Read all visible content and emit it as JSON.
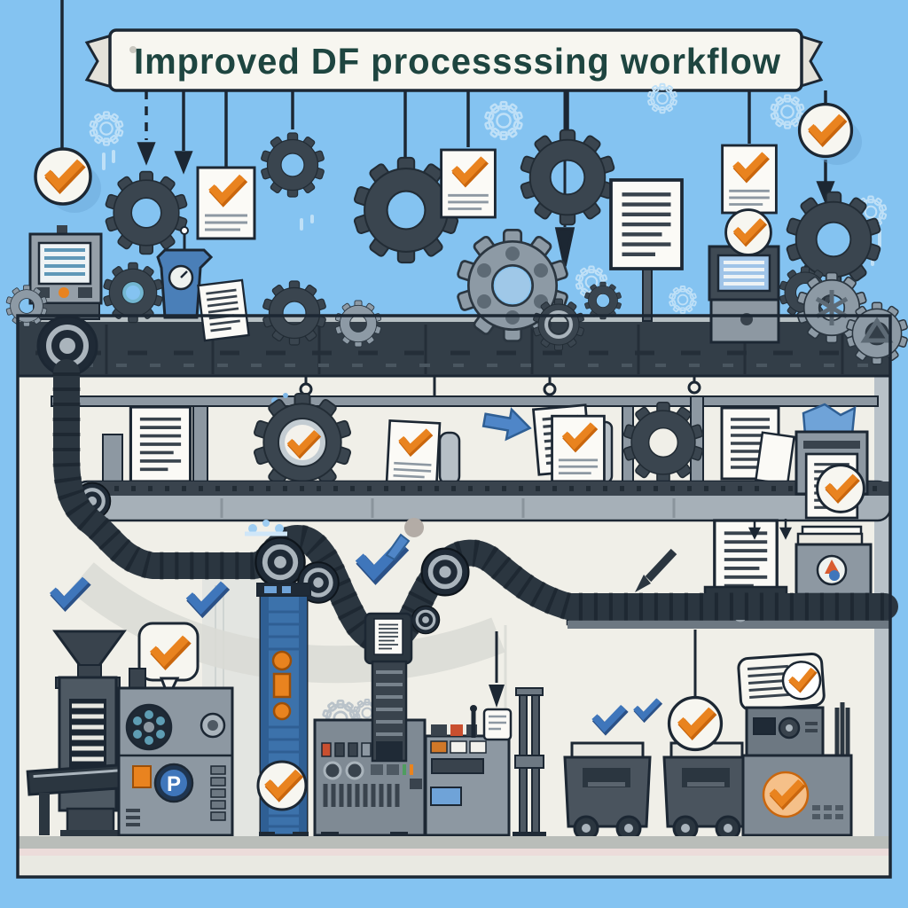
{
  "banner": {
    "title": "Improved DF processssing workflow"
  },
  "labels": {
    "p_dial": "P"
  },
  "colors": {
    "sky": "#84c3f1",
    "outline": "#1c2733",
    "banner_fill": "#f7f6f0",
    "title": "#1e4540",
    "orange": "#e9831f",
    "orange_dark": "#c9660d",
    "check_blue": "#3f76bb",
    "check_blue_dark": "#2b5187",
    "tower_blue": "#3c72ab",
    "tower_blue_dark": "#2f5f94",
    "gear_dark": "#3a454f",
    "steel": "#8d9aa5",
    "belt": "#2b3640",
    "wall": "#f0efe8",
    "shelf": "#a6b0b8",
    "shelf_dark": "#39434d",
    "machine": "#8d98a2",
    "machine_dark": "#4e5963",
    "floor": "#c0c3bf",
    "deco_blue": "#bfe0f7",
    "doc": "#fbfaf6",
    "silver": "#aab4bc"
  },
  "icons": [
    "gear-icon",
    "document-icon",
    "document-check-icon",
    "check-badge-icon",
    "blue-check-icon",
    "arrow-down-icon",
    "arrow-right-icon",
    "speech-bubble-check-icon",
    "conveyor-belt",
    "roller-icon",
    "monitor-icon",
    "funnel-icon",
    "picture-ball-icon"
  ],
  "scene": {
    "sky_row": [
      "check-badge",
      "gear",
      "document-check",
      "gear",
      "gear",
      "document-check",
      "gear",
      "document-on-stand",
      "document-check",
      "check-badge",
      "gear",
      "monitor-machine-left",
      "blue-pedestal",
      "monitor-machine-right"
    ],
    "level2_row": [
      "document",
      "gear-with-check",
      "document-check",
      "arrow-right",
      "document-stack-check",
      "gear",
      "document-stack",
      "printer-with-badge"
    ],
    "level3_row": [
      "document-in-tray",
      "archive-box-with-picture-ball"
    ],
    "floor_row": [
      "funnel-shredder",
      "speech-bubble-check",
      "p-dial-machine",
      "blue-tower",
      "control-panel-machine",
      "feeder-machine",
      "pole-stand",
      "cart",
      "cart",
      "scanner-machine-with-card"
    ]
  }
}
